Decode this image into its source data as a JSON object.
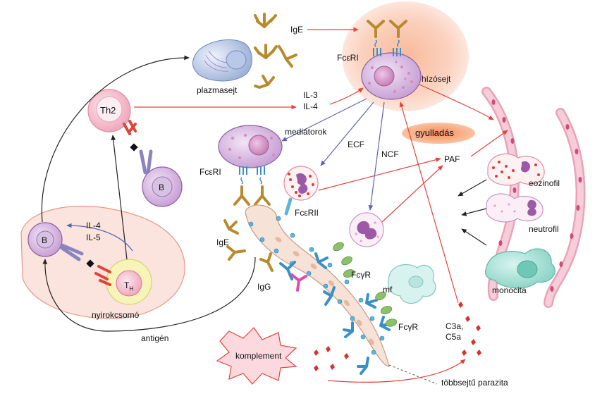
{
  "colors": {
    "arrow_red": "#e0443c",
    "arrow_blue": "#5b63b0",
    "arrow_black": "#222222",
    "antibody_gold": "#b88a2c",
    "antibody_blue": "#3a8fc8",
    "receptor_green": "#6aa84f",
    "granule_red": "#e03a3a",
    "cell_pink": "#f4c4d0",
    "cell_purple": "#c9a2d6",
    "lymph_node": "#fbe3de",
    "inflammation": "#f6ab7c"
  },
  "labels": {
    "plasma_cell": "plazmasejt",
    "ige_top": "IgE",
    "fceri_top": "FcεRI",
    "mast_cell": "hízósejt",
    "th2": "Th2",
    "b_upper": "B",
    "il3": "IL-3",
    "il4_top": "IL-4",
    "mediators": "mediátorok",
    "inflammation": "gyulladás",
    "ecf": "ECF",
    "ncf": "NCF",
    "paf": "PAF",
    "fceri_left": "FcεRI",
    "fcerii": "FcεRII",
    "eosinophil": "eozinofil",
    "neutrophil": "neutrofil",
    "monocyte": "monocita",
    "b_lower": "B",
    "il4_lower": "IL-4",
    "il5": "IL-5",
    "th": "T",
    "th_sub": "H",
    "lymph_node": "nyirokcsomó",
    "ige_left": "IgE",
    "igg": "IgG",
    "fcgr_1": "FcγR",
    "mf": "mf",
    "fcgr_2": "FcγR",
    "c3a": "C3a,",
    "c5a": "C5a",
    "antigen": "antigén",
    "complement": "komplement",
    "parasite": "többsejtű parazita"
  }
}
